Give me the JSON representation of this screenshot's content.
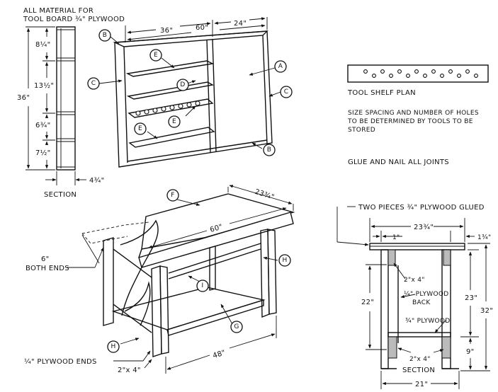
{
  "notes": {
    "material_line1": "ALL MATERIAL FOR",
    "material_line2": "TOOL BOARD ¾\" PLYWOOD",
    "tool_shelf_plan": "TOOL SHELF PLAN",
    "size_spacing_line1": "SIZE SPACING AND NUMBER OF HOLES",
    "size_spacing_line2": "TO BE DETERMINED BY TOOLS TO BE",
    "size_spacing_line3": "STORED",
    "glue_nail": "GLUE AND NAIL ALL JOINTS",
    "two_pieces": "TWO PIECES ¾\" PLYWOOD GLUED",
    "section_left": "SECTION",
    "section_right": "SECTION"
  },
  "parts": {
    "a": "A",
    "b": "B",
    "c": "C",
    "d": "D",
    "e": "E",
    "f": "F",
    "g": "G",
    "h": "H",
    "i": "I"
  },
  "tool_board": {
    "dim_overall": "60\"",
    "dim_left": "36\"",
    "dim_right": "24\""
  },
  "section_dims": {
    "total": "36\"",
    "d1": "8¼\"",
    "d2": "13½\"",
    "d3": "6¾\"",
    "d4": "7½\"",
    "depth": "4¾\""
  },
  "bench": {
    "depth": "23¾\"",
    "length_top": "60\"",
    "length_base": "48\"",
    "both_ends_line1": "6\"",
    "both_ends_line2": "BOTH ENDS",
    "plywood_ends": "¼\" PLYWOOD ENDS",
    "lumber": "2\"x 4\""
  },
  "bench_section": {
    "top_width": "23¾\"",
    "overhang_left": "1\"",
    "overhang_right": "1¾\"",
    "lumber_upper": "2\"x 4\"",
    "back_line1": "¼\" PLYWOOD",
    "back_line2": "BACK",
    "shelf": "¾\" PLYWOOD",
    "lumber_lower": "2\"x 4\"",
    "dim_22": "22\"",
    "dim_23": "23\"",
    "dim_32": "32\"",
    "dim_9": "9\"",
    "dim_21": "21\""
  }
}
